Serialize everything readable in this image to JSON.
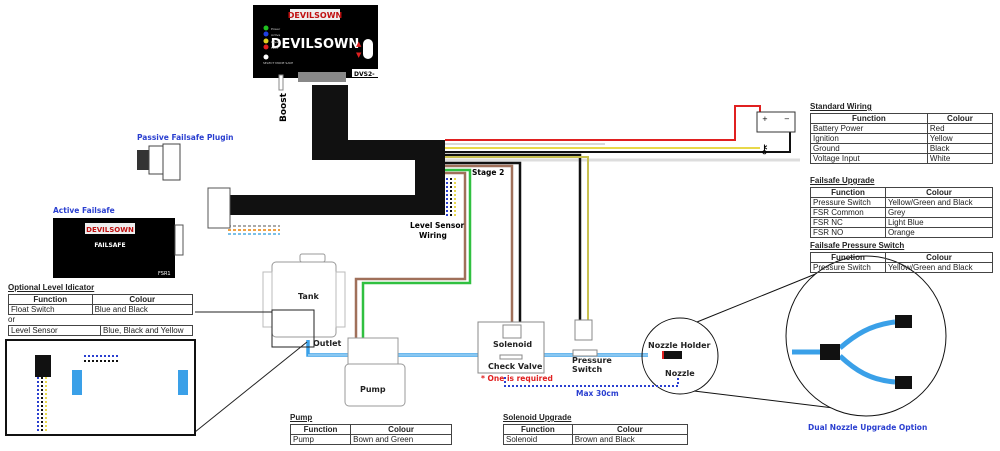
{
  "controller": {
    "brand": "DEVILSOWN",
    "model": "DVS2-",
    "leds": [
      "Power",
      "Active",
      "Level",
      "Fault"
    ],
    "button_label": "SELECT MODE SAVE"
  },
  "labels": {
    "boost": "Boost",
    "passive_failsafe": "Passive Failsafe Plugin",
    "active_failsafe": "Active Failsafe",
    "failsafe_box_text": "FAILSAFE",
    "fsr": "FSR1",
    "stage2": "Stage 2",
    "level_sensor_wiring_1": "Level Sensor",
    "level_sensor_wiring_2": "Wiring",
    "tank": "Tank",
    "outlet": "Outlet",
    "pump": "Pump",
    "solenoid": "Solenoid",
    "check_valve": "Check Valve",
    "one_required": "* One is required",
    "pressure_switch_1": "Pressure",
    "pressure_switch_2": "Switch",
    "nozzle_holder": "Nozzle Holder",
    "nozzle": "Nozzle",
    "max_length": "Max 30cm",
    "dual_nozzle": "Dual Nozzle Upgrade Option"
  },
  "colors": {
    "hose": "#3aa0e8",
    "accent_blue": "#2a3fd0",
    "warning_red": "#e02020",
    "battery_wire": "#e02020",
    "ignition_wire": "#e8d84a",
    "pump_wire_brown": "#a0705a",
    "pump_wire_green": "#30c040"
  },
  "tables": {
    "standard_wiring": {
      "title": "Standard Wiring",
      "headers": [
        "Function",
        "Colour"
      ],
      "rows": [
        [
          "Battery Power",
          "Red"
        ],
        [
          "Ignition",
          "Yellow"
        ],
        [
          "Ground",
          "Black"
        ],
        [
          "Voltage Input",
          "White"
        ]
      ]
    },
    "failsafe_upgrade": {
      "title": "Failsafe Upgrade",
      "headers": [
        "Function",
        "Colour"
      ],
      "rows": [
        [
          "Pressure Switch",
          "Yellow/Green and Black"
        ],
        [
          "FSR Common",
          "Grey"
        ],
        [
          "FSR NC",
          "Light Blue"
        ],
        [
          "FSR NO",
          "Orange"
        ]
      ]
    },
    "failsafe_pressure_switch": {
      "title": "Failsafe Pressure Switch",
      "headers": [
        "Function",
        "Colour"
      ],
      "rows": [
        [
          "Pressure Switch",
          "Yellow/Green and Black"
        ]
      ]
    },
    "optional_level": {
      "title": "Optional Level Idicator",
      "headers": [
        "Function",
        "Colour"
      ],
      "rows": [
        [
          "Float Switch",
          "Blue and Black"
        ]
      ],
      "or": "or",
      "alt_row": [
        "Level Sensor",
        "Blue, Black and Yellow"
      ]
    },
    "pump": {
      "title": "Pump",
      "headers": [
        "Function",
        "Colour"
      ],
      "rows": [
        [
          "Pump",
          "Bown and Green"
        ]
      ]
    },
    "solenoid_upgrade": {
      "title": "Solenoid Upgrade",
      "headers": [
        "Function",
        "Colour"
      ],
      "rows": [
        [
          "Solenoid",
          "Brown and Black"
        ]
      ]
    }
  }
}
